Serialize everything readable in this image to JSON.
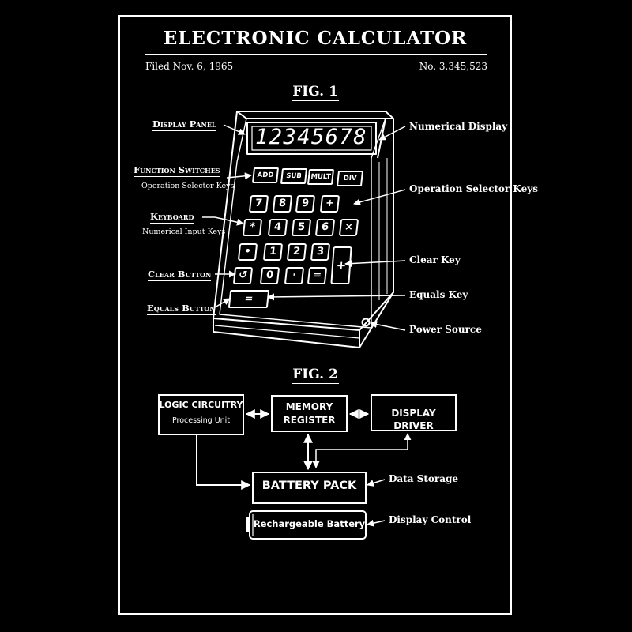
{
  "header": {
    "title": "ELECTRONIC CALCULATOR",
    "filed": "Filed Nov. 6, 1965",
    "number": "No. 3,345,523"
  },
  "fig1": {
    "label": "FIG. 1",
    "display_digits": "12345678",
    "function_keys": [
      "ADD",
      "SUB",
      "MULT",
      "DIV"
    ],
    "key_rows": [
      [
        "7",
        "8",
        "9",
        "+"
      ],
      [
        "*",
        "4",
        "5",
        "6",
        "×"
      ],
      [
        "•",
        "1",
        "2",
        "3"
      ],
      [
        "↺",
        "0",
        "·",
        "="
      ]
    ],
    "tall_key": "+",
    "equals_bar": "=",
    "left_callouts": {
      "display_panel": "Display Panel",
      "function_switches": "Function Switches",
      "function_switches_sub": "Operation Selector Keys",
      "keyboard": "Keyboard",
      "keyboard_sub": "Numerical Input Keys",
      "clear_button": "Clear Button",
      "equals_button": "Equals Button"
    },
    "right_callouts": {
      "numerical_display": "Numerical Display",
      "operation_selector_keys": "Operation Selector Keys",
      "clear_key": "Clear Key",
      "equals_key": "Equals Key",
      "power_source": "Power Source"
    }
  },
  "fig2": {
    "label": "FIG. 2",
    "logic_circuitry": "LOGIC CIRCUITRY",
    "logic_sub": "Processing Unit",
    "memory_register_1": "MEMORY",
    "memory_register_2": "REGISTER",
    "display_driver": "DISPLAY DRIVER",
    "battery_pack": "BATTERY PACK",
    "rechargeable": "Rechargeable Battery",
    "data_storage": "Data Storage",
    "display_control": "Display Control"
  }
}
